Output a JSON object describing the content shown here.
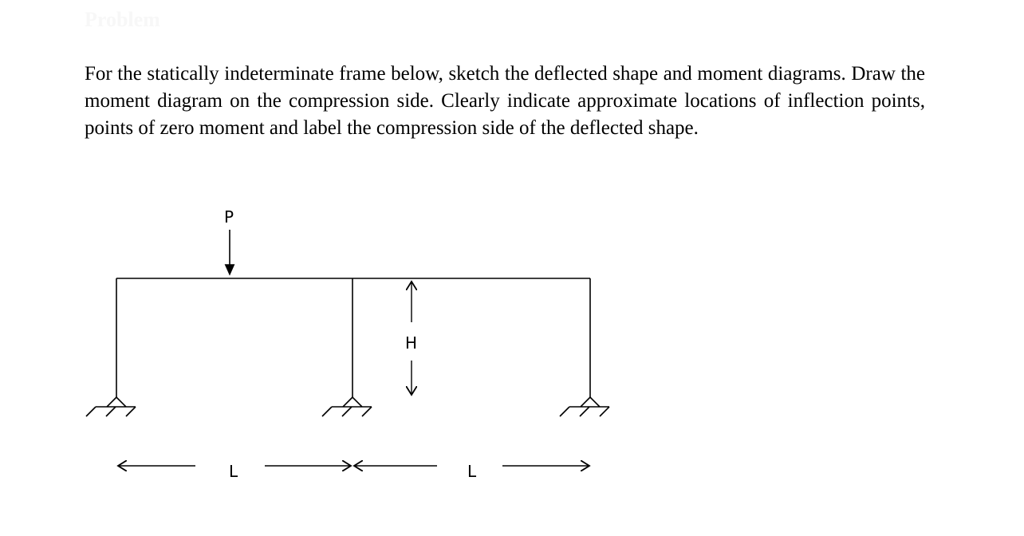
{
  "heading": "Problem",
  "problem_text": "For the statically indeterminate frame below, sketch the deflected shape and moment diagrams. Draw the moment diagram on the compression side. Clearly indicate approximate locations of inflection points, points of zero moment and label the compression side of the deflected shape.",
  "figure": {
    "load_label": "P",
    "height_label": "H",
    "span_labels": [
      "L",
      "L"
    ]
  }
}
